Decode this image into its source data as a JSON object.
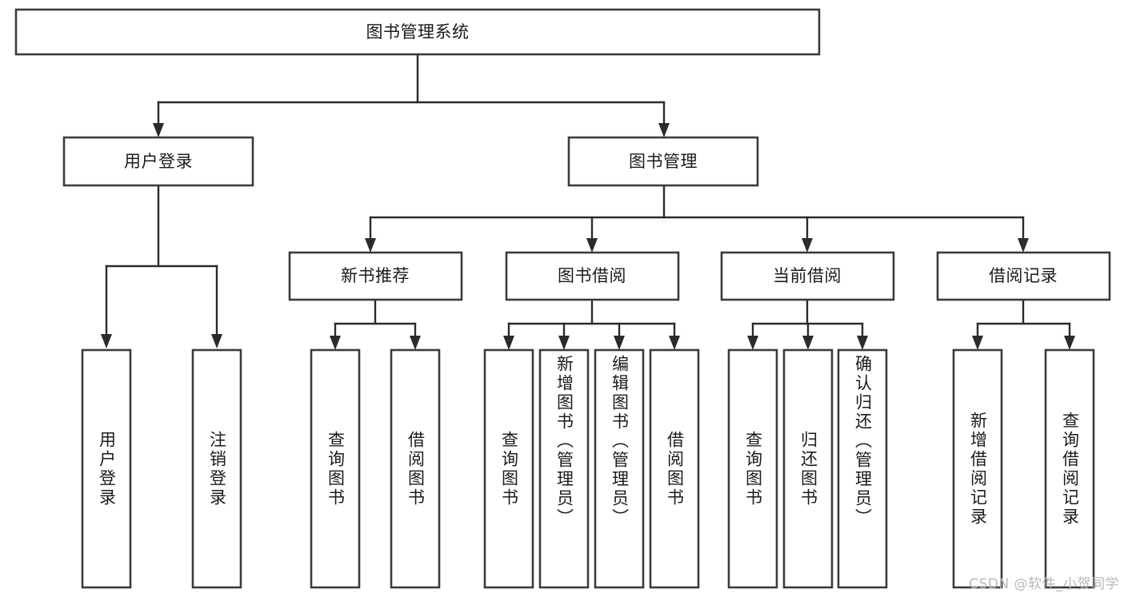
{
  "diagram": {
    "type": "tree-hierarchy",
    "orientation": "top-down",
    "root": {
      "label": "图书管理系统"
    },
    "level1": [
      {
        "label": "用户登录"
      },
      {
        "label": "图书管理"
      }
    ],
    "level2": [
      {
        "label": "新书推荐"
      },
      {
        "label": "图书借阅"
      },
      {
        "label": "当前借阅"
      },
      {
        "label": "借阅记录"
      }
    ],
    "leaves": {
      "user_login": [
        {
          "label": "用户登录"
        },
        {
          "label": "注销登录"
        }
      ],
      "new_book_recommend": [
        {
          "label": "查询图书"
        },
        {
          "label": "借阅图书"
        }
      ],
      "book_borrow": [
        {
          "label": "查询图书"
        },
        {
          "label": "新增图书（管理员）"
        },
        {
          "label": "编辑图书（管理员）"
        },
        {
          "label": "借阅图书"
        }
      ],
      "current_borrow": [
        {
          "label": "查询图书"
        },
        {
          "label": "归还图书"
        },
        {
          "label": "确认归还（管理员）"
        }
      ],
      "borrow_record": [
        {
          "label": "新增借阅记录"
        },
        {
          "label": "查询借阅记录"
        }
      ]
    }
  },
  "watermark": {
    "text": "CSDN @软件_小贺同学"
  },
  "colors": {
    "background": "#ffffff",
    "box_stroke": "#3b3b3b",
    "connector": "#2b2b2b",
    "text": "#1b1b1b",
    "watermark": "#b8b8b8"
  }
}
